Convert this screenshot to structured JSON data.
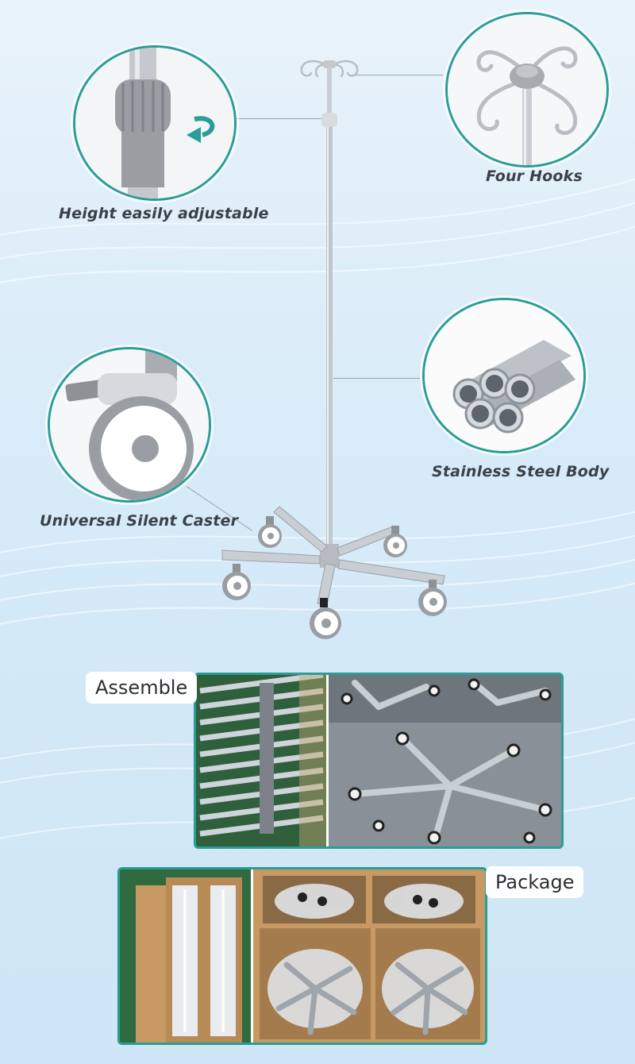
{
  "callouts": {
    "height": "Height easily adjustable",
    "hooks": "Four Hooks",
    "steel": "Stainless Steel Body",
    "caster": "Universal Silent Caster"
  },
  "sections": {
    "assemble": "Assemble",
    "package": "Package"
  },
  "colors": {
    "accent": "#2a9d97",
    "caption": "#3b4048",
    "steel": "#c9ced4",
    "plastic_gray": "#9a9ea3",
    "cardboard": "#c79a63"
  }
}
